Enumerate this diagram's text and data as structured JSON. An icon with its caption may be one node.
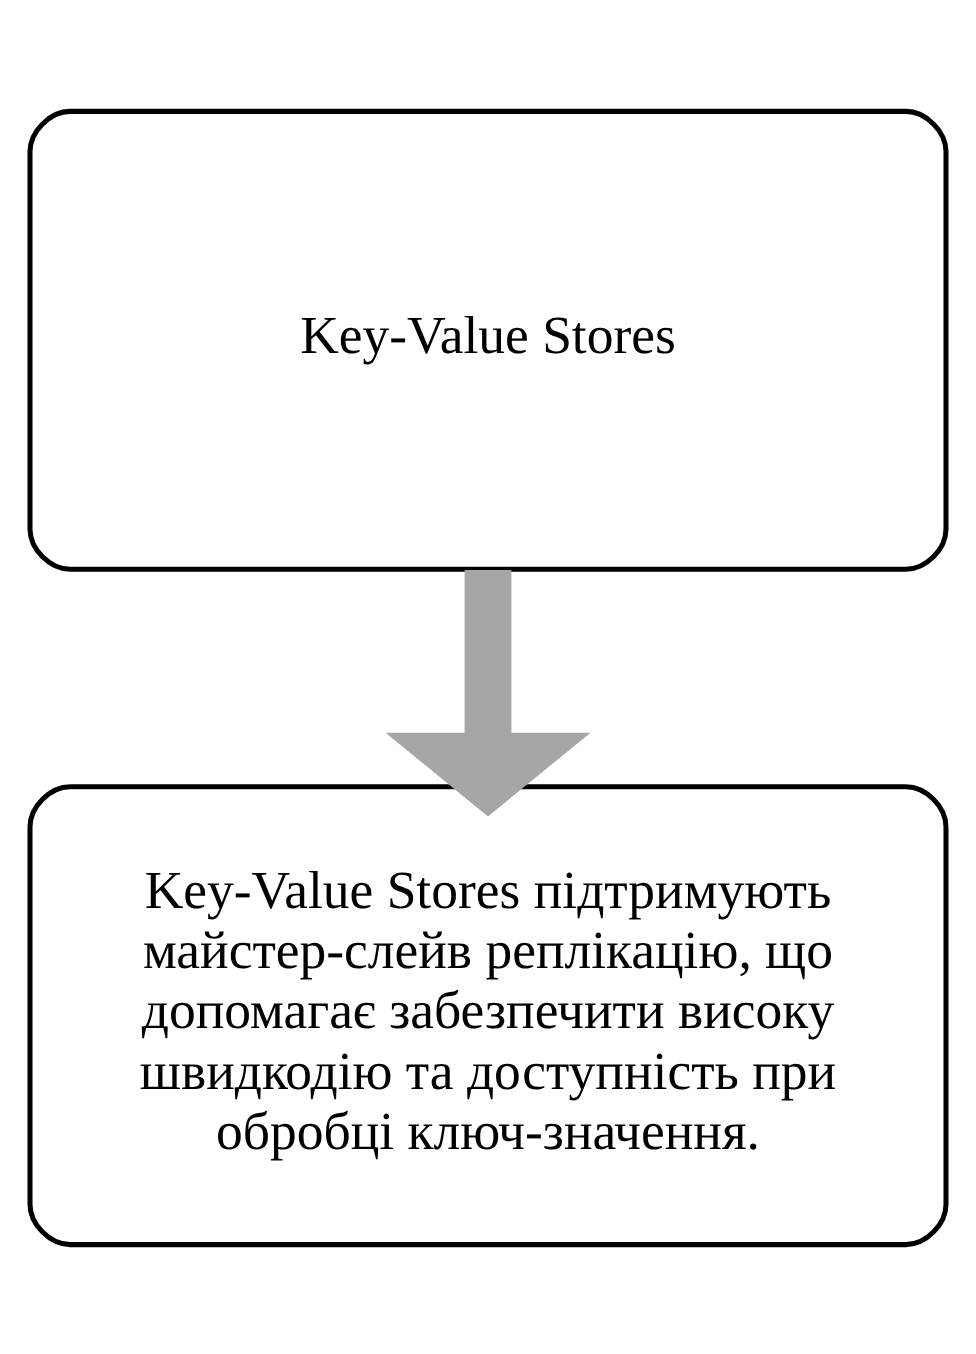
{
  "diagram": {
    "nodes": [
      {
        "text": [
          "Key-Value Stores"
        ]
      },
      {
        "text": [
          "Key-Value Stores підтримують майстер-слейв реплікацію, що допомагає забезпечити високу швидкодію та доступність при обробці ключ-значення."
        ]
      }
    ],
    "edges": [
      {
        "from": 0,
        "to": 1,
        "arrow": "to"
      }
    ]
  }
}
